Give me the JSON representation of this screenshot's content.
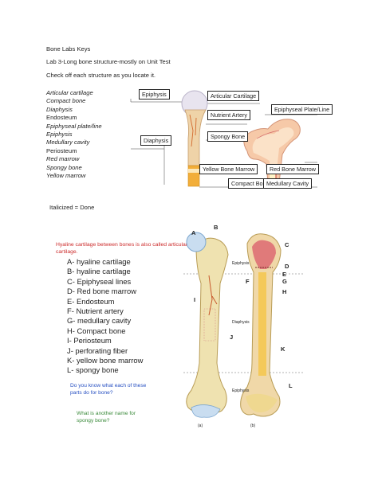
{
  "header": {
    "title": "Bone Labs Keys",
    "subtitle": "Lab 3-Long bone structure-mostly on Unit Test",
    "instruction": "Check off each structure as you locate it."
  },
  "structure_list": [
    {
      "text": "Articular cartilage",
      "italic": true
    },
    {
      "text": "Compact bone",
      "italic": true
    },
    {
      "text": "Diaphysis",
      "italic": true
    },
    {
      "text": "Endosteum",
      "italic": false
    },
    {
      "text": "Epiphyseal plate/line",
      "italic": true
    },
    {
      "text": "Epiphysis",
      "italic": true
    },
    {
      "text": "Medullary cavity",
      "italic": true
    },
    {
      "text": "Periosteum",
      "italic": false
    },
    {
      "text": "Red marrow",
      "italic": true
    },
    {
      "text": "Spongy bone",
      "italic": true
    },
    {
      "text": "Yellow marrow",
      "italic": true
    }
  ],
  "diagram1": {
    "labels": {
      "epiphysis": "Epiphysis",
      "diaphysis": "Diaphysis",
      "articular": "Articular Cartilage",
      "nutrient": "Nutrient Artery",
      "spongy": "Spongy Bone",
      "epiphyseal": "Epiphyseal Plate/Line",
      "yellow": "Yellow Bone Marrow",
      "red": "Red Bone Marrow",
      "compact": "Compact Bone",
      "medullary": "Medullary Cavity"
    }
  },
  "legend": "Italicized = Done",
  "notes": {
    "red_note": "Hyaline cartilage between bones is also called articular cartilage.",
    "blue_note": "Do you know what each of these parts do for bone?",
    "green_note": "What is another name for spongy bone?"
  },
  "answers": [
    "A- hyaline cartilage",
    "B- hyaline cartilage",
    "C- Epiphyseal lines",
    "D- Red bone marrow",
    "E- Endosteum",
    "F- Nutrient artery",
    "G- medullary cavity",
    "H- Compact bone",
    "I- Periosteum",
    "J- perforating fiber",
    "K- yellow bone marrow",
    "L- spongy bone"
  ],
  "diagram2": {
    "letters": [
      "A",
      "B",
      "C",
      "D",
      "E",
      "F",
      "G",
      "H",
      "I",
      "J",
      "K",
      "L"
    ],
    "region_labels": {
      "epiphysis_top": "Epiphysis",
      "diaphysis": "Diaphysis",
      "epiphysis_bottom": "Epiphysis"
    },
    "captions": {
      "a": "(a)",
      "b": "(b)"
    }
  }
}
